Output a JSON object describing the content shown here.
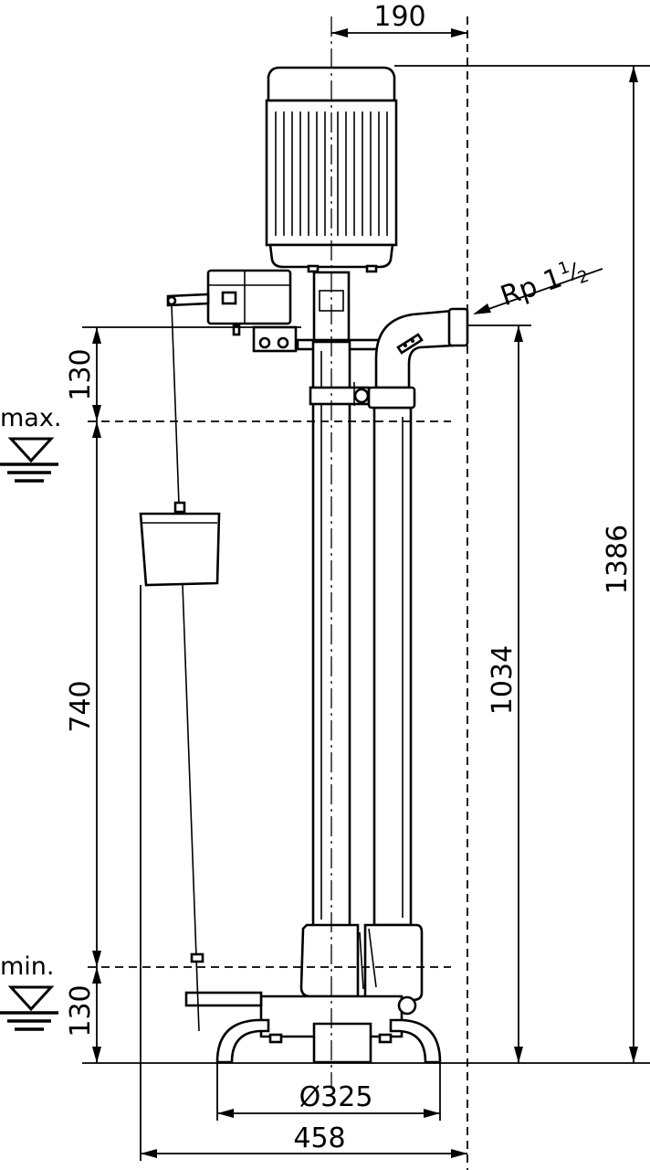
{
  "dimensions": {
    "motor_offset": "190",
    "level_top_to_max": "130",
    "level_max_to_min": "740",
    "level_min_to_base": "130",
    "discharge_height": "1034",
    "overall_height": "1386",
    "base_diameter": "Ø325",
    "overall_width": "458"
  },
  "labels": {
    "max_level": "max.",
    "min_level": "min.",
    "outlet_thread_base": "Rp 1",
    "outlet_thread_fraction_num": "1",
    "outlet_thread_fraction_den": "2"
  },
  "icons": {
    "max_level": "water-level-icon",
    "min_level": "water-level-icon"
  }
}
